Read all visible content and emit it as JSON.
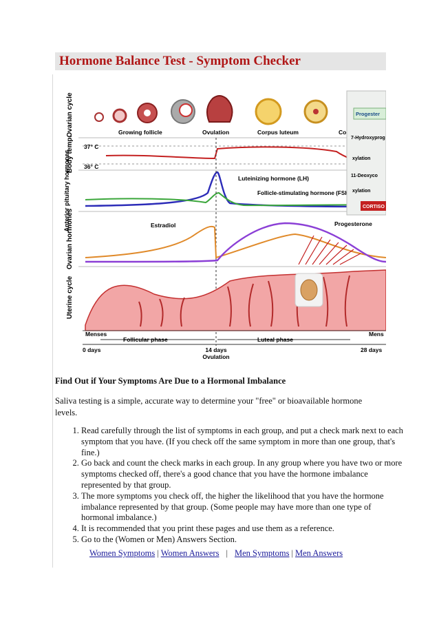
{
  "title": "Hormone Balance Test - Symptom Checker",
  "figure": {
    "row_labels": [
      "Ovarian cycle",
      "Body temp.",
      "Anterior pituitary hormones",
      "Ovarian hormones",
      "Uterine cycle"
    ],
    "stage_labels": [
      "Growing follicle",
      "Ovulation",
      "Corpus luteum",
      "Co"
    ],
    "temp_labels": [
      "37° C",
      "36° C"
    ],
    "hormone_labels": [
      "Luteinizing hormone (LH)",
      "Follicle-stimulating hormone (FSH)",
      "Estradiol",
      "Progesterone"
    ],
    "phase_labels": [
      "Menses",
      "Follicular phase",
      "Luteal phase",
      "Mens"
    ],
    "day_labels": [
      "0 days",
      "14 days",
      "28 days"
    ],
    "ovulation_label": "Ovulation",
    "inset_labels": [
      "Progester",
      "7-Hydroxyprog",
      "xylation",
      "11-Deoxyco",
      "xylation",
      "CORTISO"
    ]
  },
  "content": {
    "heading": "Find Out if Your Symptoms Are Due to a Hormonal Imbalance",
    "intro": "Saliva testing is a simple, accurate way to determine your \"free\" or bioavailable hormone levels.",
    "steps": [
      "Read carefully through the list of symptoms in each group, and put a check mark next to each symptom that you have. (If you check off the same symptom in more than one group, that's fine.)",
      "Go back and count the check marks in each group. In any group where you have two or more symptoms checked off, there's a good chance that you have the hormone imbalance represented by that group.",
      "The more symptoms you check off, the higher the likelihood that you have the hormone imbalance represented by that group. (Some people may have more than one type of hormonal imbalance.)",
      "It is recommended that you print these pages and use them as a reference.",
      "Go to the (Women or Men) Answers Section."
    ]
  },
  "links": {
    "women_symptoms": "Women Symptoms",
    "women_answers": "Women Answers",
    "men_symptoms": "Men Symptoms",
    "men_answers": "Men Answers",
    "separator": "|"
  }
}
